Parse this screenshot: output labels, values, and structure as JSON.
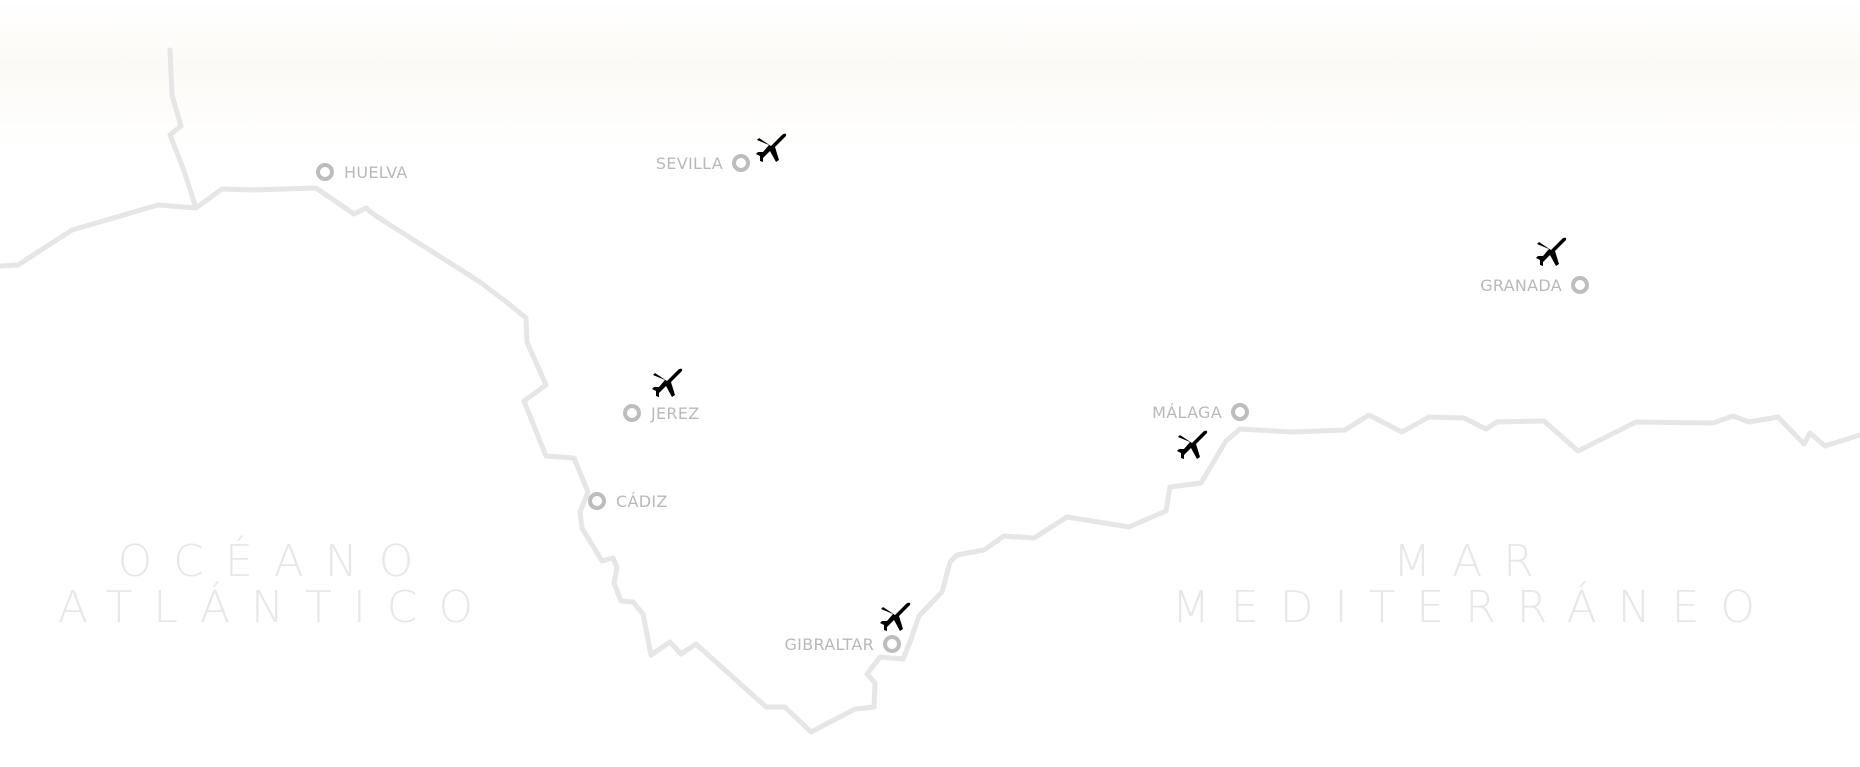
{
  "map": {
    "cities": [
      {
        "id": "huelva",
        "name": "HUELVA",
        "airport": false
      },
      {
        "id": "sevilla",
        "name": "SEVILLA",
        "airport": true
      },
      {
        "id": "granada",
        "name": "GRANADA",
        "airport": true
      },
      {
        "id": "jerez",
        "name": "JEREZ",
        "airport": true
      },
      {
        "id": "malaga",
        "name": "MÁLAGA",
        "airport": true
      },
      {
        "id": "cadiz",
        "name": "CÁDIZ",
        "airport": false
      },
      {
        "id": "gibraltar",
        "name": "GIBRALTAR",
        "airport": true
      }
    ],
    "seas": {
      "atlantic": {
        "line1": "OCÉANO",
        "line2": "ATLÁNTICO"
      },
      "mediterranean": {
        "line1": "MAR",
        "line2": "MEDITERRÁNEO"
      }
    },
    "colors": {
      "coastline": "#e6e6e6",
      "city_label": "#b9b9b9",
      "marker": "#bdbdbd",
      "sea_label": "#e7e7e7",
      "airport_icon": "#cfcfcf"
    },
    "icons": {
      "city_marker": "ring-marker-icon",
      "airport": "airplane-icon"
    }
  }
}
